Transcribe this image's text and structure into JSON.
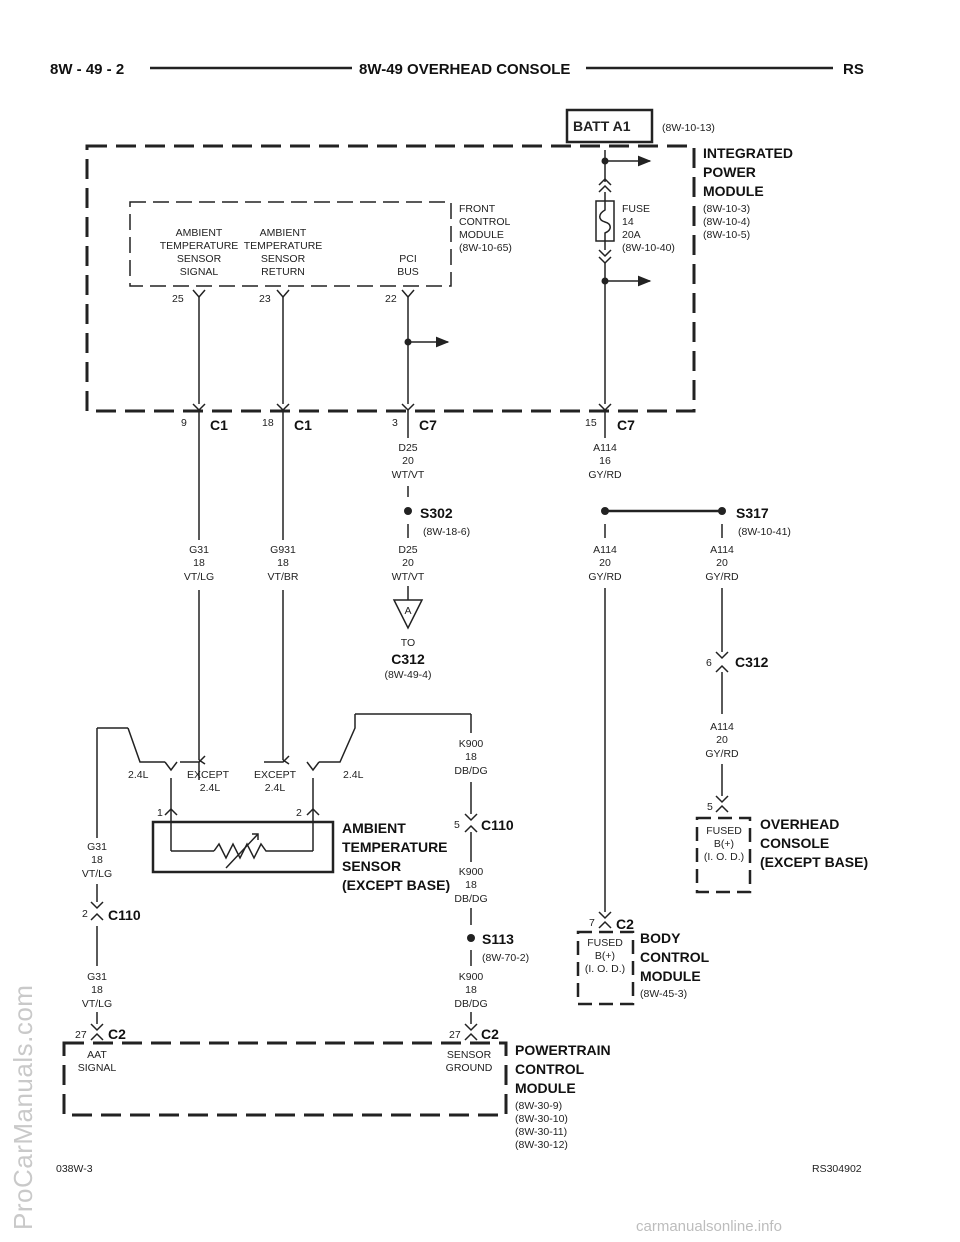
{
  "header": {
    "left": "8W - 49 - 2",
    "center": "8W-49 OVERHEAD CONSOLE",
    "right": "RS"
  },
  "footer": {
    "left": "038W-3",
    "right": "RS304902"
  },
  "watermarks": {
    "side": "ProCarManuals.com",
    "bottom": "carmanualsonline.info"
  },
  "batt": {
    "label": "BATT A1",
    "ref": "(8W-10-13)"
  },
  "ipm": {
    "title": [
      "INTEGRATED",
      "POWER",
      "MODULE"
    ],
    "refs": [
      "(8W-10-3)",
      "(8W-10-4)",
      "(8W-10-5)"
    ]
  },
  "fuse": {
    "lines": [
      "FUSE",
      "14",
      "20A",
      "(8W-10-40)"
    ]
  },
  "fcm": {
    "title": [
      "FRONT",
      "CONTROL",
      "MODULE",
      "(8W-10-65)"
    ],
    "pins": [
      {
        "label": [
          "AMBIENT",
          "TEMPERATURE",
          "SENSOR",
          "SIGNAL"
        ],
        "num": "25"
      },
      {
        "label": [
          "AMBIENT",
          "TEMPERATURE",
          "SENSOR",
          "RETURN"
        ],
        "num": "23"
      },
      {
        "label": [
          "PCI",
          "BUS"
        ],
        "num": "22"
      }
    ]
  },
  "connectors": {
    "c1a": {
      "pin": "9",
      "name": "C1"
    },
    "c1b": {
      "pin": "18",
      "name": "C1"
    },
    "c7a": {
      "pin": "3",
      "name": "C7"
    },
    "c7b": {
      "pin": "15",
      "name": "C7"
    },
    "c312": {
      "pin": "6",
      "name": "C312"
    },
    "c110a": {
      "pin": "5",
      "name": "C110"
    },
    "c110b": {
      "pin": "2",
      "name": "C110"
    },
    "bcm_c2": {
      "pin": "7",
      "name": "C2"
    },
    "ohc_pin": {
      "pin": "5"
    },
    "pcm_c2a": {
      "pin": "27",
      "name": "C2"
    },
    "pcm_c2b": {
      "pin": "27",
      "name": "C2"
    }
  },
  "wires": {
    "d25_top": [
      "D25",
      "20",
      "WT/VT"
    ],
    "d25_bot": [
      "D25",
      "20",
      "WT/VT"
    ],
    "a114_top": [
      "A114",
      "16",
      "GY/RD"
    ],
    "a114_left": [
      "A114",
      "20",
      "GY/RD"
    ],
    "a114_right": [
      "A114",
      "20",
      "GY/RD"
    ],
    "a114_c312": [
      "A114",
      "20",
      "GY/RD"
    ],
    "g31_a": [
      "G31",
      "18",
      "VT/LG"
    ],
    "g931": [
      "G931",
      "18",
      "VT/BR"
    ],
    "g31_b": [
      "G31",
      "18",
      "VT/LG"
    ],
    "g31_c": [
      "G31",
      "18",
      "VT/LG"
    ],
    "k900_a": [
      "K900",
      "18",
      "DB/DG"
    ],
    "k900_b": [
      "K900",
      "18",
      "DB/DG"
    ],
    "k900_c": [
      "K900",
      "18",
      "DB/DG"
    ]
  },
  "splices": {
    "s302": {
      "name": "S302",
      "ref": "(8W-18-6)"
    },
    "s317": {
      "name": "S317",
      "ref": "(8W-10-41)"
    },
    "s113": {
      "name": "S113",
      "ref": "(8W-70-2)"
    }
  },
  "offpage": {
    "letter": "A",
    "to": "TO",
    "conn": "C312",
    "ref": "(8W-49-4)"
  },
  "engine_options": {
    "opt1": "2.4L",
    "opt2": [
      "EXCEPT",
      "2.4L"
    ],
    "opt3": [
      "EXCEPT",
      "2.4L"
    ],
    "opt4": "2.4L"
  },
  "sensor": {
    "title": [
      "AMBIENT",
      "TEMPERATURE",
      "SENSOR",
      "(EXCEPT BASE)"
    ],
    "pin1": "1",
    "pin2": "2"
  },
  "ohc": {
    "title": [
      "OVERHEAD",
      "CONSOLE",
      "(EXCEPT BASE)"
    ],
    "inner": [
      "FUSED",
      "B(+)",
      "(I. O. D.)"
    ]
  },
  "bcm": {
    "title": [
      "BODY",
      "CONTROL",
      "MODULE"
    ],
    "ref": "(8W-45-3)",
    "inner": [
      "FUSED",
      "B(+)",
      "(I. O. D.)"
    ]
  },
  "pcm": {
    "title": [
      "POWERTRAIN",
      "CONTROL",
      "MODULE"
    ],
    "refs": [
      "(8W-30-9)",
      "(8W-30-10)",
      "(8W-30-11)",
      "(8W-30-12)"
    ],
    "pin_a": [
      "AAT",
      "SIGNAL"
    ],
    "pin_b": [
      "SENSOR",
      "GROUND"
    ]
  }
}
